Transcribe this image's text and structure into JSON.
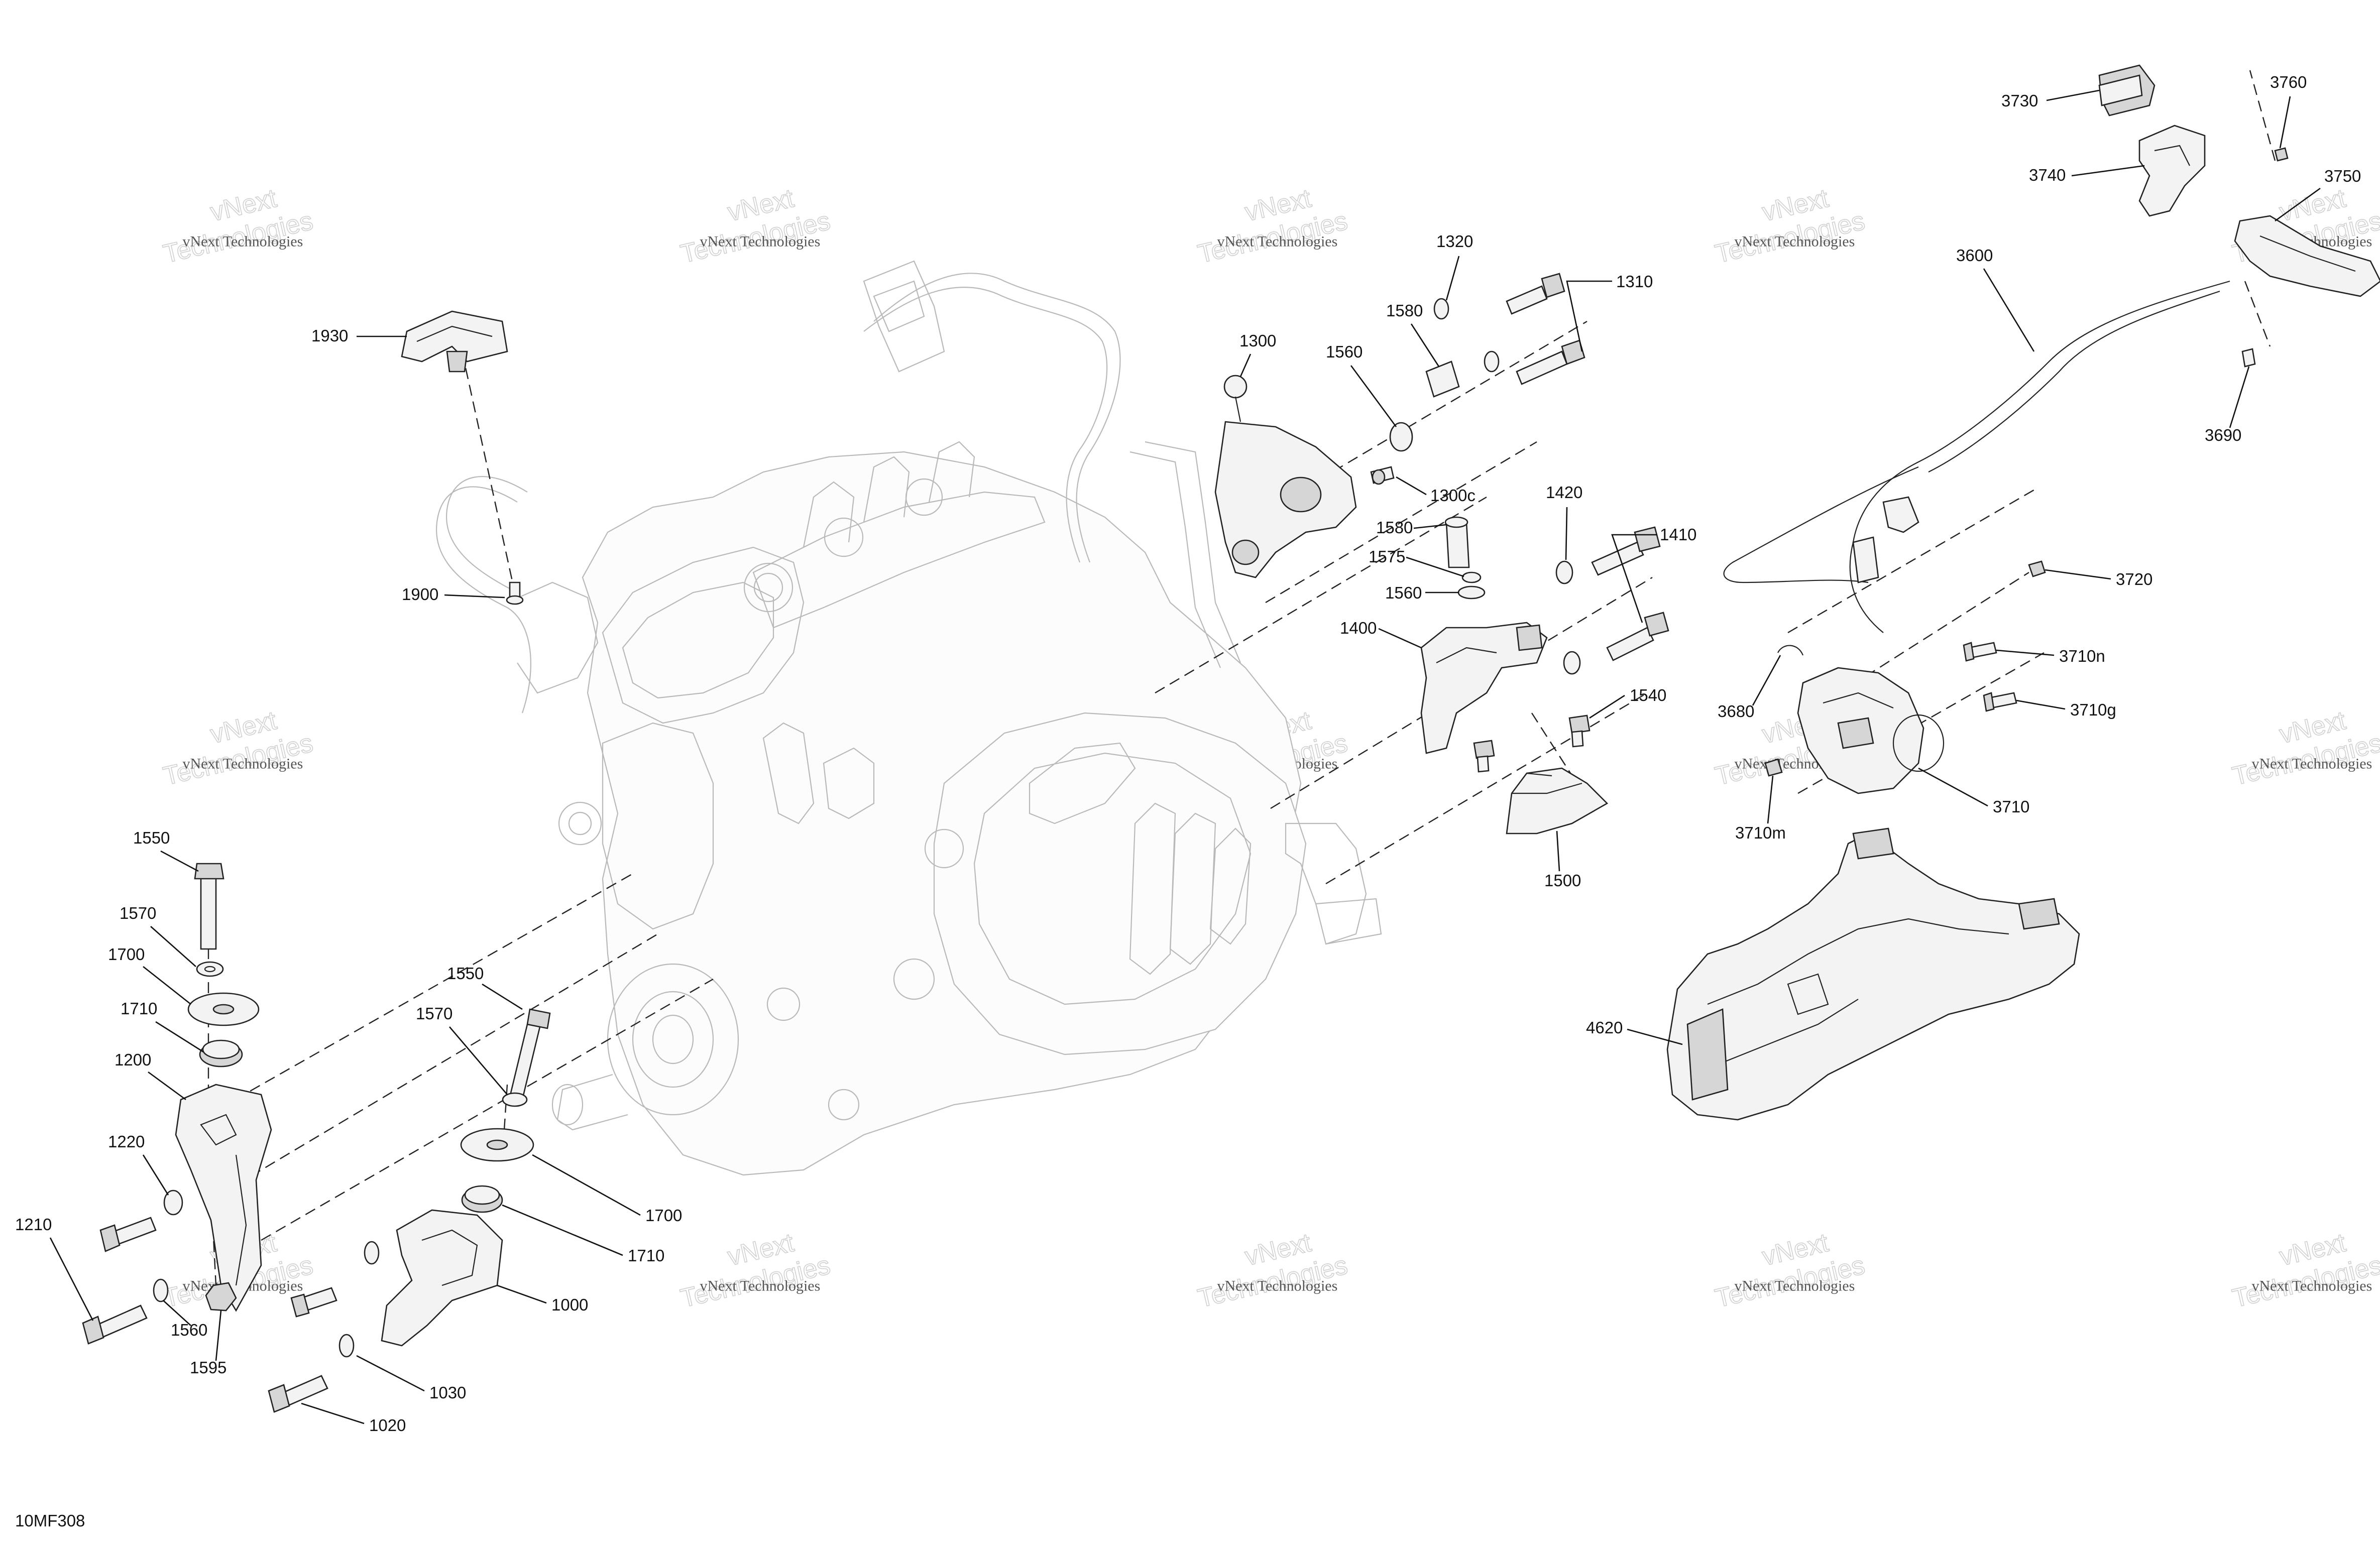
{
  "figure_code": "10MF308",
  "watermark": {
    "line_small": "vNext Technologies",
    "line_big_1": "vNext",
    "line_big_2": "Technologies"
  },
  "callouts": [
    {
      "id": "1930",
      "label": "1930"
    },
    {
      "id": "1900",
      "label": "1900"
    },
    {
      "id": "1550-a",
      "label": "1550"
    },
    {
      "id": "1570-a",
      "label": "1570"
    },
    {
      "id": "1700-a",
      "label": "1700"
    },
    {
      "id": "1710-a",
      "label": "1710"
    },
    {
      "id": "1200",
      "label": "1200"
    },
    {
      "id": "1220",
      "label": "1220"
    },
    {
      "id": "1210",
      "label": "1210"
    },
    {
      "id": "1560-a",
      "label": "1560"
    },
    {
      "id": "1595",
      "label": "1595"
    },
    {
      "id": "1550-b",
      "label": "1550"
    },
    {
      "id": "1570-b",
      "label": "1570"
    },
    {
      "id": "1700-b",
      "label": "1700"
    },
    {
      "id": "1710-b",
      "label": "1710"
    },
    {
      "id": "1000",
      "label": "1000"
    },
    {
      "id": "1030",
      "label": "1030"
    },
    {
      "id": "1020",
      "label": "1020"
    },
    {
      "id": "1320",
      "label": "1320"
    },
    {
      "id": "1310",
      "label": "1310"
    },
    {
      "id": "1300",
      "label": "1300"
    },
    {
      "id": "1580-a",
      "label": "1580"
    },
    {
      "id": "1560-b",
      "label": "1560"
    },
    {
      "id": "1300c",
      "label": "1300c"
    },
    {
      "id": "1580-b",
      "label": "1580"
    },
    {
      "id": "1575",
      "label": "1575"
    },
    {
      "id": "1560-c",
      "label": "1560"
    },
    {
      "id": "1420",
      "label": "1420"
    },
    {
      "id": "1410",
      "label": "1410"
    },
    {
      "id": "1400",
      "label": "1400"
    },
    {
      "id": "1540",
      "label": "1540"
    },
    {
      "id": "1500",
      "label": "1500"
    },
    {
      "id": "3730",
      "label": "3730"
    },
    {
      "id": "3760",
      "label": "3760"
    },
    {
      "id": "3740",
      "label": "3740"
    },
    {
      "id": "3750",
      "label": "3750"
    },
    {
      "id": "3600",
      "label": "3600"
    },
    {
      "id": "3690",
      "label": "3690"
    },
    {
      "id": "3720",
      "label": "3720"
    },
    {
      "id": "3710n",
      "label": "3710n"
    },
    {
      "id": "3680",
      "label": "3680"
    },
    {
      "id": "3710g",
      "label": "3710g"
    },
    {
      "id": "3710",
      "label": "3710"
    },
    {
      "id": "3710m",
      "label": "3710m"
    },
    {
      "id": "4620",
      "label": "4620"
    }
  ]
}
